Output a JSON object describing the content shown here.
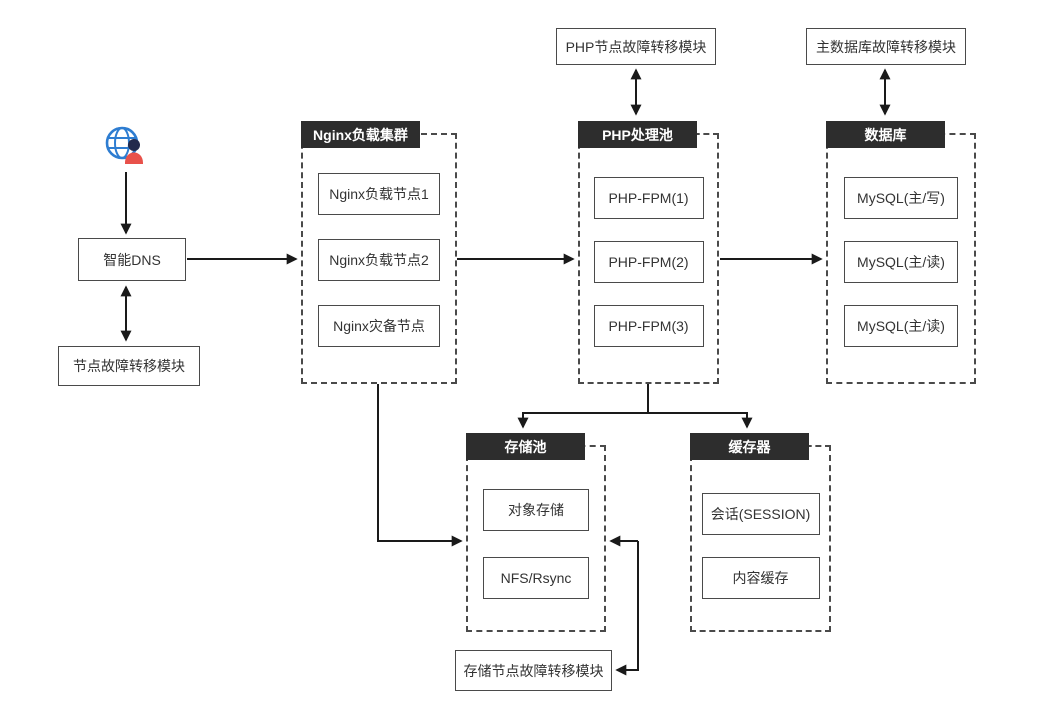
{
  "diagram": {
    "nodes": {
      "dns": "智能DNS",
      "dns_failover": "节点故障转移模块",
      "php_failover": "PHP节点故障转移模块",
      "db_failover": "主数据库故障转移模块",
      "storage_failover": "存储节点故障转移模块"
    },
    "groups": {
      "nginx": {
        "title": "Nginx负载集群",
        "items": [
          "Nginx负载节点1",
          "Nginx负载节点2",
          "Nginx灾备节点"
        ]
      },
      "php": {
        "title": "PHP处理池",
        "items": [
          "PHP-FPM(1)",
          "PHP-FPM(2)",
          "PHP-FPM(3)"
        ]
      },
      "db": {
        "title": "数据库",
        "items": [
          "MySQL(主/写)",
          "MySQL(主/读)",
          "MySQL(主/读)"
        ]
      },
      "storage": {
        "title": "存储池",
        "items": [
          "对象存储",
          "NFS/Rsync"
        ]
      },
      "cache": {
        "title": "缓存器",
        "items": [
          "会话(SESSION)",
          "内容缓存"
        ]
      }
    },
    "icons": {
      "user": "internet-user-icon"
    },
    "colors": {
      "background": "#ffffff",
      "header_bg": "#2d2d2d",
      "header_text": "#ffffff",
      "box_border": "#4a4a4a",
      "arrow": "#1a1a1a",
      "globe_blue": "#2e7dd1",
      "person_body_red": "#e8514a",
      "person_head_navy": "#232a4d"
    }
  }
}
